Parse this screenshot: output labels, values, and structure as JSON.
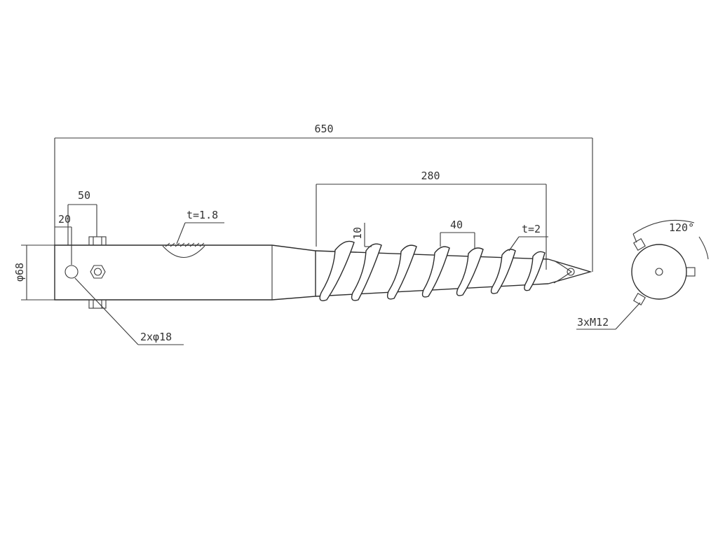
{
  "drawing": {
    "dim_total_length": "650",
    "dim_thread_length": "280",
    "dim_collar_offset": "50",
    "dim_hole_offset": "20",
    "dim_diameter": "φ68",
    "dim_wall_thickness": "t=1.8",
    "dim_flight_height": "10",
    "dim_pitch": "40",
    "dim_flight_thickness": "t=2",
    "dim_holes": "2xφ18",
    "dim_angle": "120°",
    "dim_bolts": "3xM12"
  },
  "colors": {
    "line": "#3a3a3a",
    "background": "#ffffff"
  }
}
